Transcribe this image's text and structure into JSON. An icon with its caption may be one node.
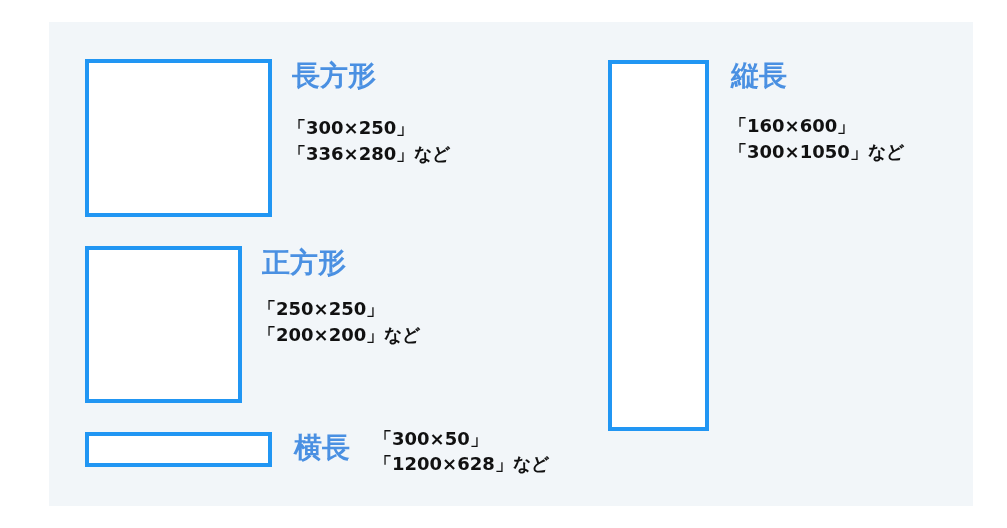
{
  "diagram": {
    "nodes": [
      {
        "text": [
          "長方形",
          "「300×250」",
          "「336×280」など"
        ]
      },
      {
        "text": [
          "正方形",
          "「250×250」",
          "「200×200」など"
        ]
      },
      {
        "text": [
          "横長",
          "「300×50」",
          "「1200×628」など"
        ]
      },
      {
        "text": [
          "縦長",
          "「160×600」",
          "「300×1050」など"
        ]
      }
    ]
  }
}
